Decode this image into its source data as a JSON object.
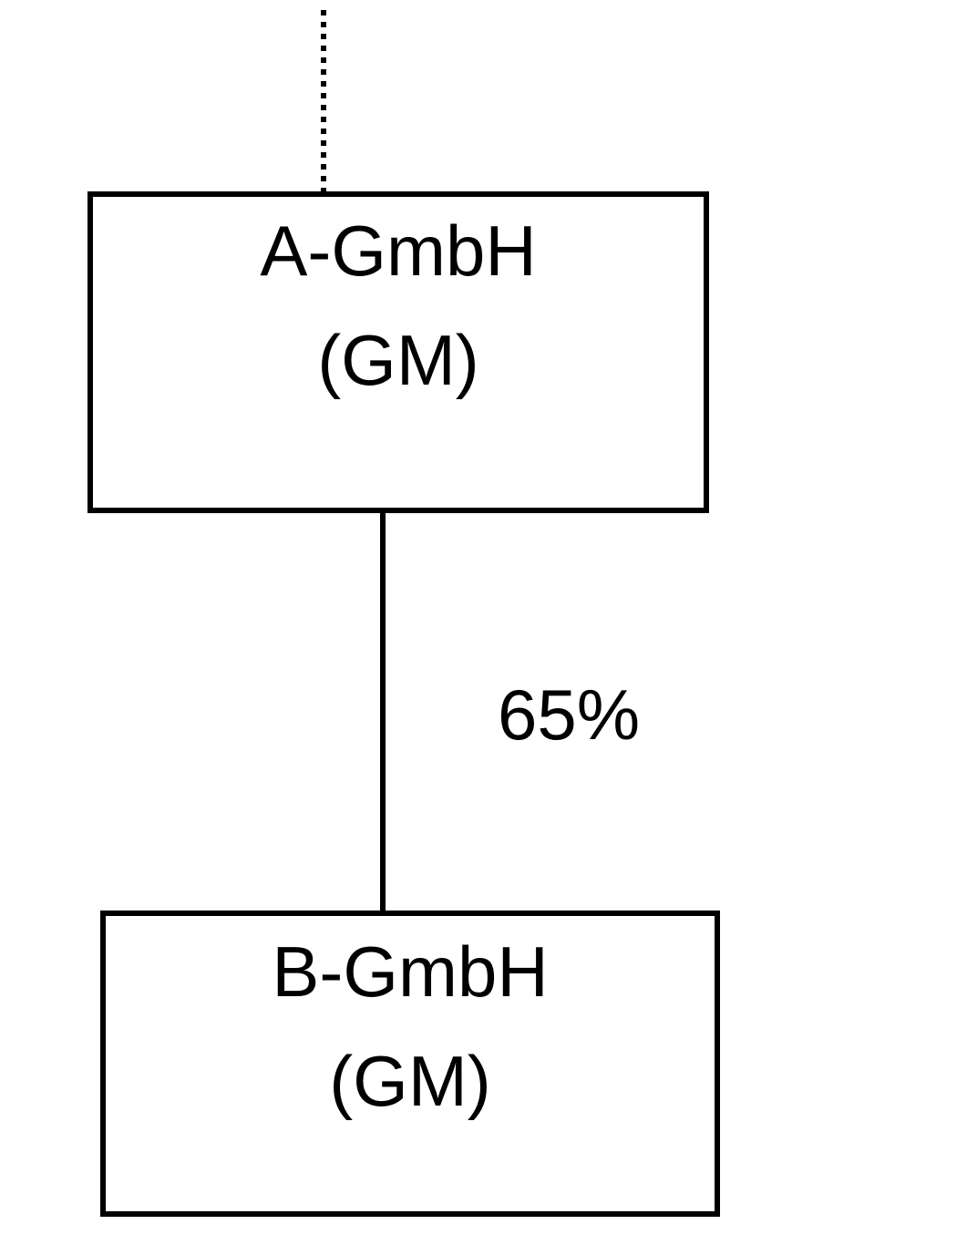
{
  "diagram": {
    "type": "corporate-shareholding-structure",
    "background_color": "#ffffff",
    "line_color": "#000000",
    "nodes": [
      {
        "id": "a-gmbh",
        "name": "A-GmbH",
        "qualifier": "(GM)"
      },
      {
        "id": "b-gmbh",
        "name": "B-GmbH",
        "qualifier": "(GM)"
      }
    ],
    "edges": [
      {
        "id": "parent-to-a",
        "from": "(unshown parent)",
        "to": "a-gmbh",
        "style": "dotted",
        "label": ""
      },
      {
        "id": "a-to-b",
        "from": "a-gmbh",
        "to": "b-gmbh",
        "style": "solid",
        "label": "65%"
      }
    ]
  }
}
